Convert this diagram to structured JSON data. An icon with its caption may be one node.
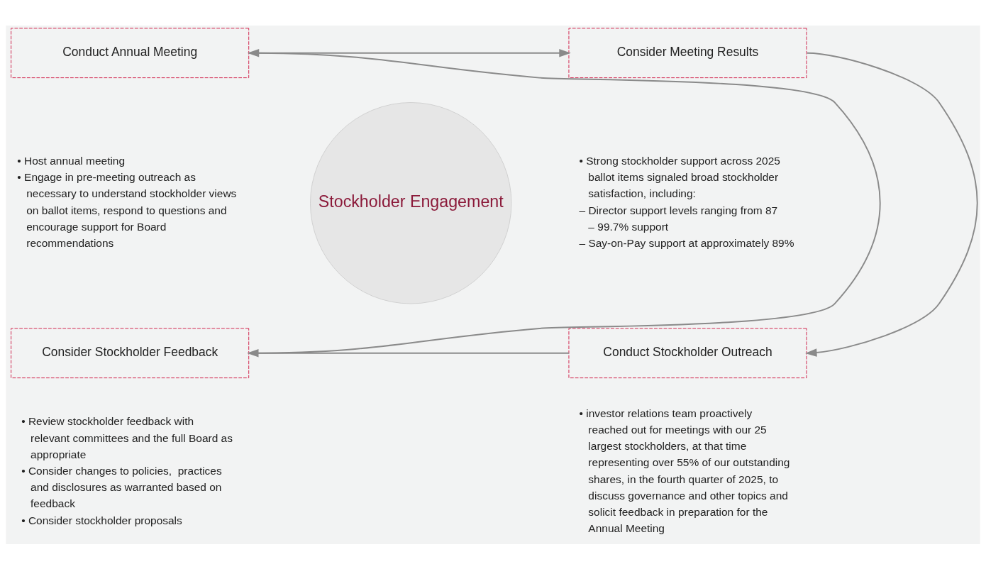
{
  "diagram": {
    "nodes": [
      {
        "text": [
          "Conduct Annual Meeting"
        ],
        "beside": [
          "• Host annual meeting",
          "• Engage in pre-meeting outreach as necessary to understand stockholder views on ballot items, respond to questions and encourage support for Board recommendations"
        ]
      },
      {
        "text": [
          "Consider Meeting Results"
        ],
        "beside": [
          "• Strong stockholder support across 2025 ballot items signaled broad stockholder satisfaction, including:",
          "– Director support levels ranging from 87 – 99.7% support",
          "– Say-on-Pay support at approximately 89%"
        ]
      },
      {
        "text": [
          "Stockholder Engagement"
        ]
      },
      {
        "text": [
          "Consider Stockholder Feedback"
        ],
        "beside": [
          "• Review stockholder feedback with relevant committees and the full Board as appropriate",
          "• Consider changes to policies,  practices and disclosures as warranted based on feedback",
          "• Consider stockholder proposals"
        ]
      },
      {
        "text": [
          "Conduct Stockholder Outreach"
        ],
        "beside": [
          "• investor relations team proactively reached out for meetings with our 25 largest stockholders, at that time representing over 55% of our outstanding shares, in the fourth quarter of 2025, to discuss governance and other topics and solicit feedback in preparation for the Annual Meeting"
        ]
      }
    ],
    "edges": [
      {
        "from": 0,
        "to": 1,
        "arrow": "to"
      },
      {
        "from": 1,
        "to": 4,
        "arrow": "to"
      },
      {
        "from": 4,
        "to": 3,
        "arrow": "to"
      },
      {
        "from": 3,
        "to": 0,
        "arrow": "to"
      }
    ]
  }
}
